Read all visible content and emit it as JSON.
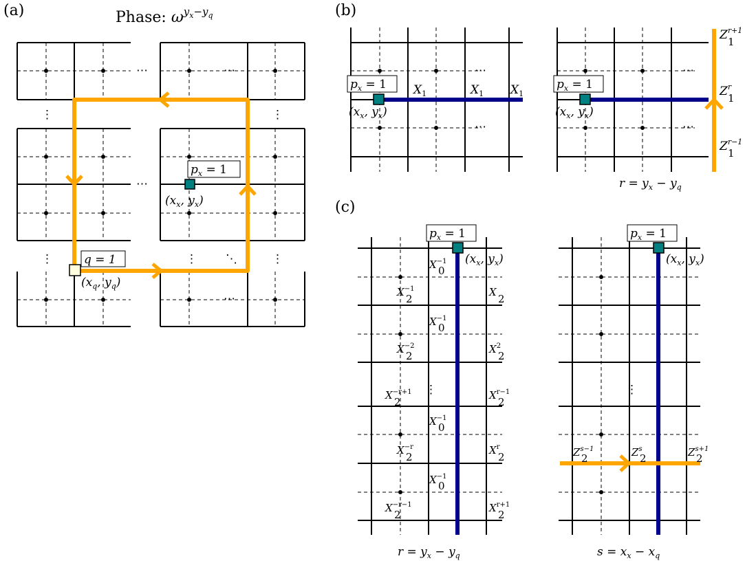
{
  "panel_a": {
    "letter": "(a)",
    "title_prefix": "Phase: ",
    "title_base": "ω",
    "title_exp": "y",
    "title_exp_sub1": "x",
    "title_exp_mid": "−y",
    "title_exp_sub2": "q",
    "px_label": "p",
    "px_sub": "x",
    "px_eq": " = 1",
    "q_label": "q = 1",
    "coord_x_open": "(x",
    "coord_x_sub1": "x",
    "coord_comma": ", y",
    "coord_x_sub2": "x",
    "coord_close": ")",
    "coord_q_open": "(x",
    "coord_q_sub1": "q",
    "coord_q_comma": ", y",
    "coord_q_sub2": "q",
    "coord_q_close": ")",
    "dots": "⋯",
    "vdots": "⋮",
    "ddots": "⋱"
  },
  "panel_b": {
    "letter": "(b)",
    "px_label": "p",
    "px_sub": "x",
    "px_eq": " = 1",
    "coord": "(x",
    "coord_sub": "x",
    "coord_mid": ", y",
    "coord_sub2": "x",
    "coord_close": ")",
    "x1_base": "X",
    "x1_sub": "1",
    "z_base": "Z",
    "z_sub": "1",
    "z_sup_top": "r+1",
    "z_sup_mid": "r",
    "z_sup_bot": "r−1",
    "r_eq": "r = y",
    "r_sub1": "x",
    "r_minus": " − y",
    "r_sub2": "q",
    "dots": "⋯"
  },
  "panel_c": {
    "letter": "(c)",
    "px_label": "p",
    "px_sub": "x",
    "px_eq": " = 1",
    "coord": "(x",
    "coord_sub": "x",
    "coord_mid": ", y",
    "coord_sub2": "x",
    "coord_close": ")",
    "x0_base": "X",
    "x0_sub": "0",
    "x0_sup": "−1",
    "x2_base": "X",
    "x2_sub": "2",
    "sup_m1": "−1",
    "sup_m2": "−2",
    "sup_mr1": "−r+1",
    "sup_mr": "−r",
    "sup_mrm1": "−r−1",
    "sup_2": "2",
    "sup_r1": "r−1",
    "sup_r": "r",
    "sup_rp1": "r+1",
    "z_base": "Z",
    "z_sub": "2",
    "z_sup_left": "s−1",
    "z_sup_mid": "s",
    "z_sup_right": "s+1",
    "r_eq": "r = y",
    "r_sub1": "x",
    "r_minus": " − y",
    "r_sub2": "q",
    "s_eq": "s = x",
    "s_sub1": "x",
    "s_minus": " − x",
    "s_sub2": "q",
    "vdots": "⋮"
  },
  "colors": {
    "orange": "#FFA500",
    "navy": "#00008B",
    "teal": "#008080",
    "cream": "#FFFFE0"
  }
}
